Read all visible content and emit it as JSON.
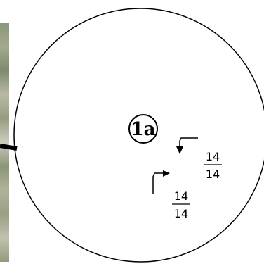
{
  "intersection": {
    "label": "1a",
    "approach_1": {
      "numerator": "14",
      "denominator": "14"
    },
    "approach_2": {
      "numerator": "14",
      "denominator": "14"
    }
  }
}
